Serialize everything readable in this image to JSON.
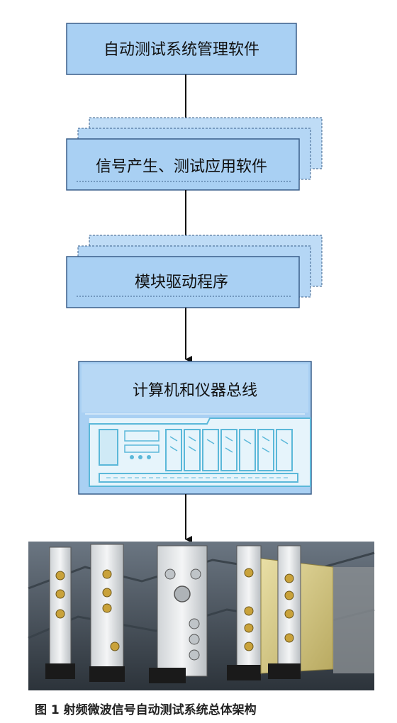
{
  "boxes": {
    "management": "自动测试系统管理软件",
    "application": "信号产生、测试应用软件",
    "driver": "模块驱动程序",
    "bus": "计算机和仪器总线"
  },
  "caption": "图 1 射频微波信号自动测试系统总体架构",
  "colors": {
    "box_fill": "#a9d0f3",
    "box_border": "#3a5f8a",
    "box_shadow": "#bfdcf6",
    "arrow": "#111111",
    "chassis": "#5bb8d9",
    "photo_bg": "#4a5560"
  }
}
